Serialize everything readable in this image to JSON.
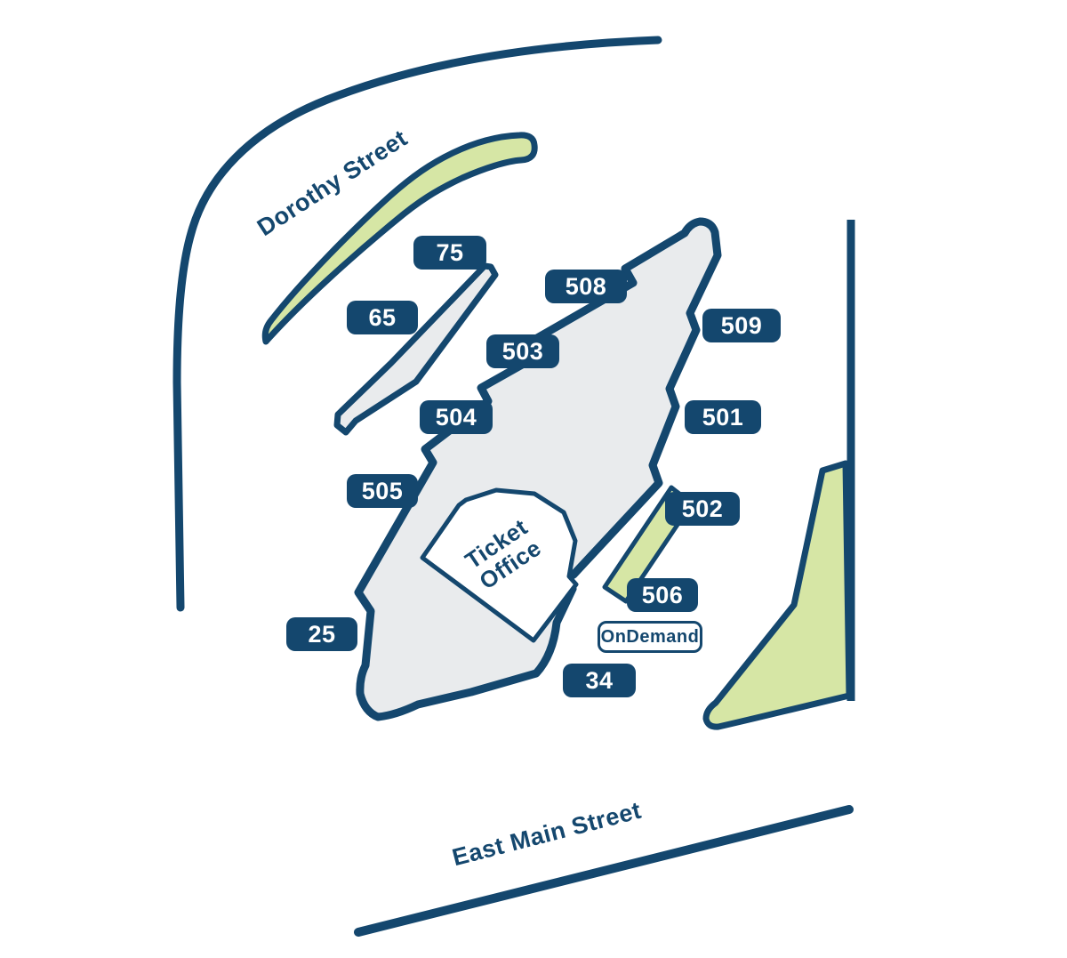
{
  "map": {
    "streets": {
      "dorothy": "Dorothy Street",
      "east_main": "East Main Street"
    },
    "ticket_office_label": "Ticket Office",
    "ondemand_label": "OnDemand",
    "bays": [
      {
        "label": "75"
      },
      {
        "label": "65"
      },
      {
        "label": "508"
      },
      {
        "label": "509"
      },
      {
        "label": "503"
      },
      {
        "label": "504"
      },
      {
        "label": "501"
      },
      {
        "label": "505"
      },
      {
        "label": "502"
      },
      {
        "label": "25"
      },
      {
        "label": "506"
      },
      {
        "label": "34"
      }
    ],
    "colors": {
      "navy": "#14476e",
      "green": "#d6e6a5",
      "platform_gray": "#e9ebed",
      "background": "#ffffff"
    }
  }
}
